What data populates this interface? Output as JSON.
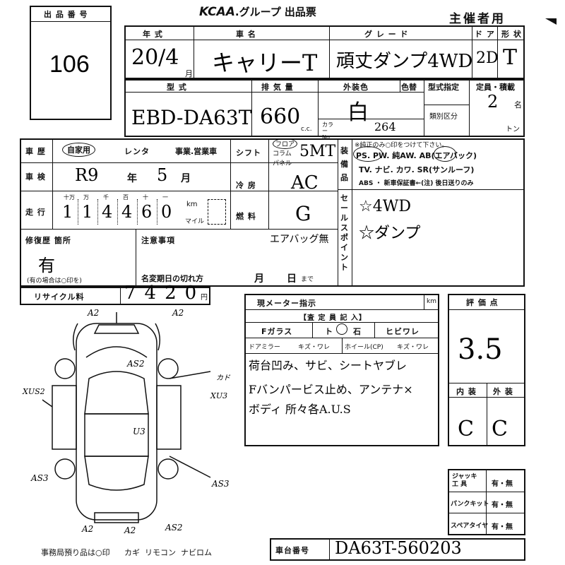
{
  "header": {
    "lot_label": "出 品 番 号",
    "lot_number": "106",
    "brand": "KCAA",
    "title_rest": ".グループ 出品票",
    "copy_label": "主催者用"
  },
  "row1": {
    "year_label": "年 式",
    "year_value": "20/4",
    "year_unit": "月",
    "name_label": "車 名",
    "name_value": "キャリーT",
    "grade_label": "グ レ ー ド",
    "grade_value": "頑丈ダンプ4WD",
    "door_label": "ド ア",
    "door_value": "2D",
    "shape_label": "形 状",
    "shape_value": "T"
  },
  "row2": {
    "model_label": "型 式",
    "model_value": "EBD-DA63T",
    "disp_label": "排 気 量",
    "disp_value": "660",
    "disp_unit": "c.c.",
    "color_label": "外装色",
    "color_value": "白",
    "colorno_label": "色替",
    "color_no_title": "カラー No.",
    "color_no_value": "264",
    "type_designation_label": "型式指定",
    "class_label": "類別区分",
    "capacity_label": "定員・積載",
    "capacity_value": "2",
    "capacity_unit": "名",
    "ton_unit": "トン"
  },
  "history": {
    "label": "車 歴",
    "options": [
      "自家用",
      "レンタ",
      "事業.営業車"
    ],
    "selected": "自家用"
  },
  "inspection": {
    "label": "車 検",
    "value_era": "R9",
    "year_label": "年",
    "month_value": "5",
    "month_label": "月"
  },
  "mileage": {
    "label": "走 行",
    "digit_headers": [
      "十万",
      "万",
      "千",
      "百",
      "十",
      "一"
    ],
    "digits": [
      "1",
      "1",
      "4",
      "4",
      "6",
      "0"
    ],
    "unit_km": "km",
    "unit_mile": "マイル"
  },
  "shift": {
    "label": "シフト",
    "opts": [
      "フロア",
      "コラム",
      "パネル"
    ],
    "value": "5MT"
  },
  "aircon": {
    "label": "冷 房",
    "value": "AC"
  },
  "fuel": {
    "label": "燃 料",
    "value": "G"
  },
  "equipment": {
    "label": "装備品",
    "note": "※純正のみ○印をつけて下さい。",
    "line1": "PS. PW. 純AW. AB(エアバック)",
    "line2": "TV. ナビ. カワ. SR(サンルーフ)",
    "line3": "ABS ・ 新車保証書←(注) 後日送りのみ"
  },
  "sales_point": {
    "label": "セールスポイント",
    "items": [
      "☆4WD",
      "☆ダンプ"
    ]
  },
  "repair": {
    "label": "修復歴 箇所",
    "value": "有",
    "note": "(有の場合は○印を)"
  },
  "notes": {
    "label": "注意事項",
    "value": "エアバッグ無",
    "rename_label": "名変期日の切れ方",
    "month_label": "月",
    "day_label": "日",
    "until_label": "まで"
  },
  "recycle": {
    "label": "リサイクル料",
    "value": "7420",
    "unit": "円"
  },
  "meter": {
    "label": "現メーター指示",
    "unit": "km",
    "inspector_label": "【査 定 員 記 入】",
    "glass_label": "Fガラス",
    "glass_opts": [
      "ト",
      "石",
      "ヒビワレ"
    ],
    "mirror_label": "ドアミラー",
    "mirror_opts": "キズ・ワレ",
    "wheel_label": "ホイール(CP)",
    "wheel_opts": "キズ・ワレ",
    "remarks": [
      "荷台凹み、サビ、シートヤブレ",
      "Fバンパービス止め、アンテナ×",
      "ボディ 所々各A.U.S"
    ]
  },
  "rating": {
    "label": "評 価 点",
    "value": "3.5",
    "interior_label": "内 装",
    "exterior_label": "外 装",
    "interior_value": "C",
    "exterior_value": "C"
  },
  "tools": {
    "rows": [
      {
        "label": "ジャッキ 工 具",
        "value": "有・無"
      },
      {
        "label": "パンクキット",
        "value": "有・無"
      },
      {
        "label": "スペアタイヤ",
        "value": "有・無"
      }
    ]
  },
  "diagram": {
    "marks": [
      "A2",
      "A2",
      "AS2",
      "U3",
      "XU3",
      "AS3",
      "AS3",
      "A2",
      "A2",
      "AS2",
      "XUS2",
      "カド"
    ]
  },
  "office": {
    "label": "事務局預り品は○印",
    "items": "カギ  リモコン  ナビロム"
  },
  "chassis": {
    "label": "車台番号",
    "value": "DA63T-560203"
  }
}
